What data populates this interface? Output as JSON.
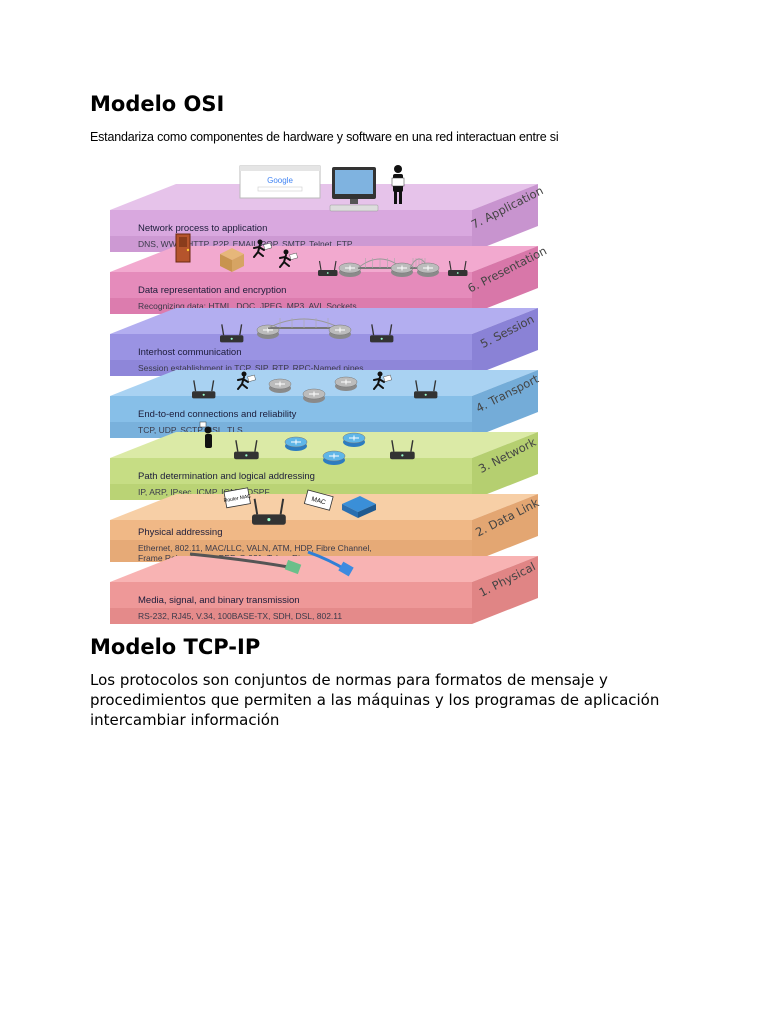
{
  "document": {
    "title_osi": "Modelo OSI",
    "subtitle_osi": "Estandariza como componentes de hardware y software en una red interactuan entre si",
    "title_tcpip": "Modelo TCP-IP",
    "paragraph_lines": [
      "Los protocolos son conjuntos de normas para formatos de mensaje y",
      "procedimientos que permiten a las máquinas y los programas de aplicación",
      "intercambiar información"
    ]
  },
  "osi_diagram": {
    "layers": [
      {
        "name": "7. Application",
        "title": "Network process to application",
        "protocols": [
          "DNS, WWW/HTTP, P2P, EMAIL/POP, SMTP, Telnet, FTP"
        ],
        "top": "#e6c3ea",
        "front": "#d9a8df",
        "side": "#c894cf"
      },
      {
        "name": "6. Presentation",
        "title": "Data representation and encryption",
        "protocols": [
          "Recognizing data: HTML, DOC, JPEG, MP3, AVI, Sockets"
        ],
        "top": "#f2a9cf",
        "front": "#e58bbb",
        "side": "#d877a9"
      },
      {
        "name": "5. Session",
        "title": "Interhost communication",
        "protocols": [
          "Session establishment in TCP, SIP, RTP, RPC-Named pipes"
        ],
        "top": "#b3aef0",
        "front": "#9a93e3",
        "side": "#8a82d6"
      },
      {
        "name": "4. Transport",
        "title": "End-to-end connections and reliability",
        "protocols": [
          "TCP, UDP, SCTP, SSL, TLS"
        ],
        "top": "#a9d2f2",
        "front": "#87bfe8",
        "side": "#74acd8"
      },
      {
        "name": "3. Network",
        "title": "Path determination and logical addressing",
        "protocols": [
          "IP, ARP, IPsec, ICMP, IGMP, OSPF"
        ],
        "top": "#dbeaa6",
        "front": "#c6dd84",
        "side": "#b5cf70"
      },
      {
        "name": "2. Data Link",
        "title": "Physical addressing",
        "protocols": [
          "Ethernet, 802.11, MAC/LLC, VALN, ATM, HDP, Fibre Channel,",
          "Frame Relay, HDLC,  PPP, Q.921, Token Ring"
        ],
        "top": "#f7cfa6",
        "front": "#f0b886",
        "side": "#e3a672"
      },
      {
        "name": "1. Physical",
        "title": "Media, signal, and binary transmission",
        "protocols": [
          "RS-232, RJ45, V.34, 100BASE-TX, SDH, DSL, 802.11"
        ],
        "top": "#f8b3b3",
        "front": "#ee9898",
        "side": "#e08585"
      }
    ],
    "device_labels": {
      "google": "Google",
      "router_mac": "Router MAC",
      "mac": "MAC"
    }
  }
}
